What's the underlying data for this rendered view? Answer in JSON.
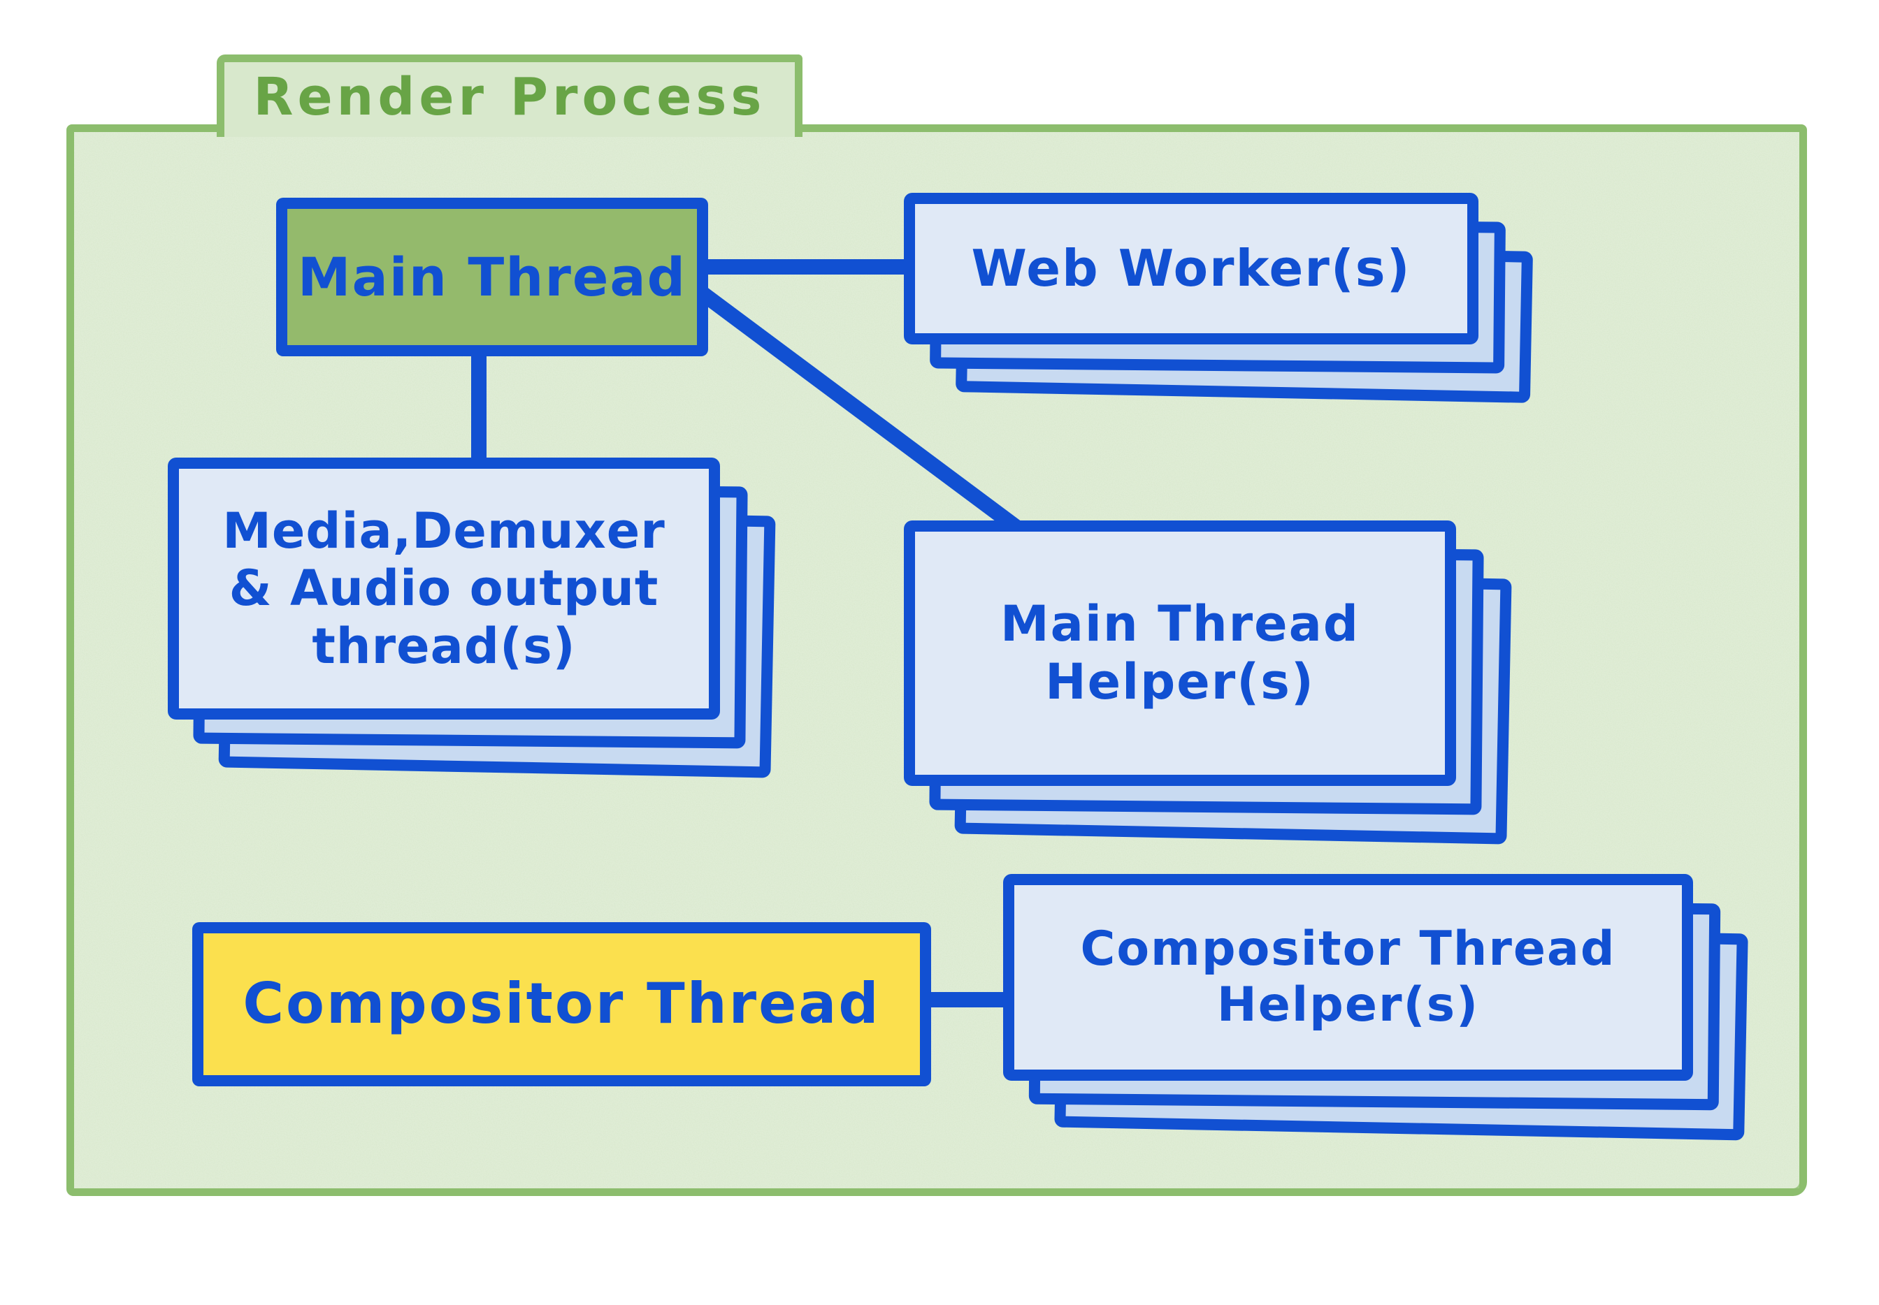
{
  "title": "Render Process",
  "nodes": {
    "main_thread": {
      "label": "Main Thread"
    },
    "web_workers": {
      "label": "Web Worker(s)"
    },
    "media_threads": {
      "line1": "Media,Demuxer",
      "line2": "& Audio output",
      "line3": "thread(s)"
    },
    "main_thread_helpers": {
      "line1": "Main Thread",
      "line2": "Helper(s)"
    },
    "compositor_thread": {
      "label": "Compositor Thread"
    },
    "compositor_helpers": {
      "line1": "Compositor Thread",
      "line2": "Helper(s)"
    }
  },
  "edges": [
    {
      "from": "Main Thread",
      "to": "Web Worker(s)"
    },
    {
      "from": "Main Thread",
      "to": "Media,Demuxer & Audio output thread(s)"
    },
    {
      "from": "Main Thread",
      "to": "Main Thread Helper(s)"
    },
    {
      "from": "Compositor Thread",
      "to": "Compositor Thread Helper(s)"
    }
  ],
  "colors": {
    "blue": "#1150d2",
    "box_green": "#94ba6c",
    "yellow": "#fbe04e",
    "folder_fill": "#d8e8cc",
    "folder_border": "#8cbd6d",
    "title_green": "#68a446",
    "card_front": "#e0e9f6",
    "card_back": "#c8daf1"
  }
}
